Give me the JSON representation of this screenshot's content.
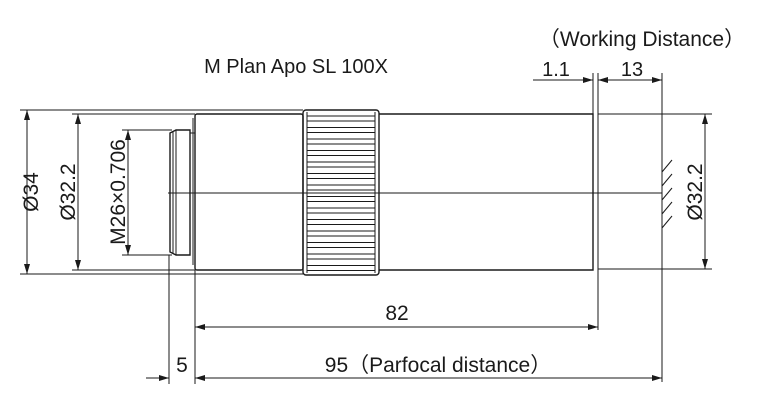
{
  "title": "M Plan Apo SL 100X",
  "working_distance_label": "（Working Distance）",
  "dimensions": {
    "outer_diameter": "Ø34",
    "body_diameter": "Ø32.2",
    "thread": "M26×0.706",
    "front_diameter": "Ø32.2",
    "gap": "1.1",
    "working_distance": "13",
    "length": "82",
    "flange": "5",
    "parfocal": "95（Parfocal distance）"
  },
  "colors": {
    "line": "#1a1a1a",
    "background": "#ffffff"
  }
}
